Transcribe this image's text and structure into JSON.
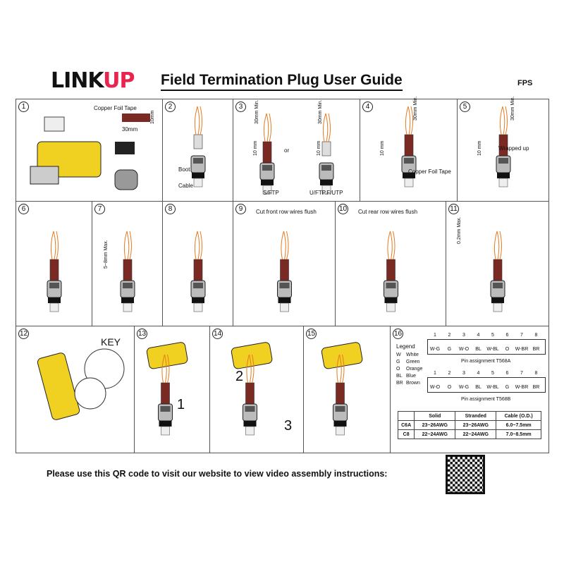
{
  "header": {
    "logo_link": "LINK",
    "logo_up": "UP",
    "title": "Field Termination Plug User Guide",
    "model": "FPS"
  },
  "steps": [
    {
      "n": "1",
      "labels": [
        "Copper Foil Tape",
        "30mm",
        "10mm"
      ]
    },
    {
      "n": "2",
      "labels": [
        "Boot",
        "Cable"
      ]
    },
    {
      "n": "3",
      "labels": [
        "30mm Min.",
        "10 mm",
        "or",
        "30mm Min.",
        "10 mm",
        "S/FTP",
        "U/FTP.F/UTP"
      ]
    },
    {
      "n": "4",
      "labels": [
        "30mm Min.",
        "10 mm",
        "Copper Foil Tape"
      ]
    },
    {
      "n": "5",
      "labels": [
        "30mm Min.",
        "10 mm",
        "Wrapped up"
      ]
    },
    {
      "n": "6",
      "labels": []
    },
    {
      "n": "7",
      "labels": [
        "5~8mm Max."
      ]
    },
    {
      "n": "8",
      "labels": []
    },
    {
      "n": "9",
      "labels": [
        "Cut front row wires flush"
      ]
    },
    {
      "n": "10",
      "labels": [
        "Cut rear row wires flush"
      ]
    },
    {
      "n": "11",
      "labels": [
        "0.2mm Max."
      ]
    },
    {
      "n": "12",
      "labels": [
        "KEY"
      ]
    },
    {
      "n": "13",
      "labels": [
        "1"
      ]
    },
    {
      "n": "14",
      "labels": [
        "2",
        "3"
      ]
    },
    {
      "n": "15",
      "labels": []
    },
    {
      "n": "16",
      "labels": []
    }
  ],
  "legend": {
    "title": "Legend",
    "items": [
      [
        "W",
        "White"
      ],
      [
        "G",
        "Green"
      ],
      [
        "O",
        "Orange"
      ],
      [
        "BL",
        "Blue"
      ],
      [
        "BR",
        "Brown"
      ]
    ]
  },
  "t568a": {
    "caption": "Pin assignment T568A",
    "pins": [
      "W-G",
      "G",
      "W-O",
      "BL",
      "W-BL",
      "O",
      "W-BR",
      "BR"
    ]
  },
  "t568b": {
    "caption": "Pin assignment T568B",
    "pins": [
      "W-O",
      "O",
      "W-G",
      "BL",
      "W-BL",
      "G",
      "W-BR",
      "BR"
    ]
  },
  "pin_numbers": [
    "1",
    "2",
    "3",
    "4",
    "5",
    "6",
    "7",
    "8"
  ],
  "spec_table": {
    "headers": [
      "",
      "Solid",
      "Stranded",
      "Cable (O.D.)"
    ],
    "rows": [
      [
        "C6A",
        "23~26AWG",
        "23~26AWG",
        "6.0~7.5mm"
      ],
      [
        "C8",
        "22~24AWG",
        "22~24AWG",
        "7.0~8.5mm"
      ]
    ]
  },
  "footer": {
    "qr_text": "Please use this QR code to visit our website to view video assembly instructions:"
  },
  "colors": {
    "brand": "#e8254f",
    "foil": "#7a2a22",
    "connector": "#f0d020"
  }
}
